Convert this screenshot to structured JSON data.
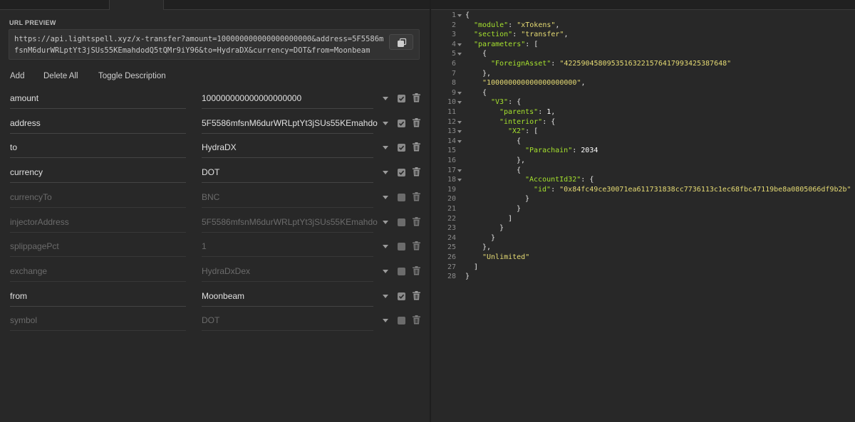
{
  "url_preview": {
    "label": "URL PREVIEW",
    "url": "https://api.lightspell.xyz/x-transfer?amount=100000000000000000000&address=5F5586mfsnM6durWRLptYt3jSUs55KEmahdodQ5tQMr9iY96&to=HydraDX&currency=DOT&from=Moonbeam"
  },
  "actions": {
    "add": "Add",
    "delete_all": "Delete All",
    "toggle_description": "Toggle Description"
  },
  "params": [
    {
      "name": "amount",
      "value": "100000000000000000000",
      "enabled": true
    },
    {
      "name": "address",
      "value": "5F5586mfsnM6durWRLptYt3jSUs55KEmahdo",
      "enabled": true
    },
    {
      "name": "to",
      "value": "HydraDX",
      "enabled": true
    },
    {
      "name": "currency",
      "value": "DOT",
      "enabled": true
    },
    {
      "name": "currencyTo",
      "value": "BNC",
      "enabled": false
    },
    {
      "name": "injectorAddress",
      "value": "5F5586mfsnM6durWRLptYt3jSUs55KEmahdo",
      "enabled": false
    },
    {
      "name": "splippagePct",
      "value": "1",
      "enabled": false
    },
    {
      "name": "exchange",
      "value": "HydraDxDex",
      "enabled": false
    },
    {
      "name": "from",
      "value": "Moonbeam",
      "enabled": true
    },
    {
      "name": "symbol",
      "value": "DOT",
      "enabled": false
    }
  ],
  "response": {
    "lines": [
      {
        "n": "1",
        "fold": true,
        "indent": 0,
        "parts": [
          [
            "p",
            "{"
          ]
        ]
      },
      {
        "n": "2",
        "fold": false,
        "indent": 1,
        "parts": [
          [
            "k",
            "\"module\""
          ],
          [
            "p",
            ": "
          ],
          [
            "s",
            "\"xTokens\""
          ],
          [
            "p",
            ","
          ]
        ]
      },
      {
        "n": "3",
        "fold": false,
        "indent": 1,
        "parts": [
          [
            "k",
            "\"section\""
          ],
          [
            "p",
            ": "
          ],
          [
            "s",
            "\"transfer\""
          ],
          [
            "p",
            ","
          ]
        ]
      },
      {
        "n": "4",
        "fold": true,
        "indent": 1,
        "parts": [
          [
            "k",
            "\"parameters\""
          ],
          [
            "p",
            ": ["
          ]
        ]
      },
      {
        "n": "5",
        "fold": true,
        "indent": 2,
        "parts": [
          [
            "p",
            "{"
          ]
        ]
      },
      {
        "n": "6",
        "fold": false,
        "indent": 3,
        "parts": [
          [
            "k",
            "\"ForeignAsset\""
          ],
          [
            "p",
            ": "
          ],
          [
            "s",
            "\"42259045809535163221576417993425387648\""
          ]
        ]
      },
      {
        "n": "7",
        "fold": false,
        "indent": 2,
        "parts": [
          [
            "p",
            "},"
          ]
        ]
      },
      {
        "n": "8",
        "fold": false,
        "indent": 2,
        "parts": [
          [
            "s",
            "\"100000000000000000000\""
          ],
          [
            "p",
            ","
          ]
        ]
      },
      {
        "n": "9",
        "fold": true,
        "indent": 2,
        "parts": [
          [
            "p",
            "{"
          ]
        ]
      },
      {
        "n": "10",
        "fold": true,
        "indent": 3,
        "parts": [
          [
            "k",
            "\"V3\""
          ],
          [
            "p",
            ": {"
          ]
        ]
      },
      {
        "n": "11",
        "fold": false,
        "indent": 4,
        "parts": [
          [
            "k",
            "\"parents\""
          ],
          [
            "p",
            ": "
          ],
          [
            "n",
            "1"
          ],
          [
            "p",
            ","
          ]
        ]
      },
      {
        "n": "12",
        "fold": true,
        "indent": 4,
        "parts": [
          [
            "k",
            "\"interior\""
          ],
          [
            "p",
            ": {"
          ]
        ]
      },
      {
        "n": "13",
        "fold": true,
        "indent": 5,
        "parts": [
          [
            "k",
            "\"X2\""
          ],
          [
            "p",
            ": ["
          ]
        ]
      },
      {
        "n": "14",
        "fold": true,
        "indent": 6,
        "parts": [
          [
            "p",
            "{"
          ]
        ]
      },
      {
        "n": "15",
        "fold": false,
        "indent": 7,
        "parts": [
          [
            "k",
            "\"Parachain\""
          ],
          [
            "p",
            ": "
          ],
          [
            "n",
            "2034"
          ]
        ]
      },
      {
        "n": "16",
        "fold": false,
        "indent": 6,
        "parts": [
          [
            "p",
            "},"
          ]
        ]
      },
      {
        "n": "17",
        "fold": true,
        "indent": 6,
        "parts": [
          [
            "p",
            "{"
          ]
        ]
      },
      {
        "n": "18",
        "fold": true,
        "indent": 7,
        "parts": [
          [
            "k",
            "\"AccountId32\""
          ],
          [
            "p",
            ": {"
          ]
        ]
      },
      {
        "n": "19",
        "fold": false,
        "indent": 8,
        "parts": [
          [
            "k",
            "\"id\""
          ],
          [
            "p",
            ": "
          ],
          [
            "s",
            "\"0x84fc49ce30071ea611731838cc7736113c1ec68fbc47119be8a0805066df9b2b\""
          ]
        ]
      },
      {
        "n": "20",
        "fold": false,
        "indent": 7,
        "parts": [
          [
            "p",
            "}"
          ]
        ]
      },
      {
        "n": "21",
        "fold": false,
        "indent": 6,
        "parts": [
          [
            "p",
            "}"
          ]
        ]
      },
      {
        "n": "22",
        "fold": false,
        "indent": 5,
        "parts": [
          [
            "p",
            "]"
          ]
        ]
      },
      {
        "n": "23",
        "fold": false,
        "indent": 4,
        "parts": [
          [
            "p",
            "}"
          ]
        ]
      },
      {
        "n": "24",
        "fold": false,
        "indent": 3,
        "parts": [
          [
            "p",
            "}"
          ]
        ]
      },
      {
        "n": "25",
        "fold": false,
        "indent": 2,
        "parts": [
          [
            "p",
            "},"
          ]
        ]
      },
      {
        "n": "26",
        "fold": false,
        "indent": 2,
        "parts": [
          [
            "s",
            "\"Unlimited\""
          ]
        ]
      },
      {
        "n": "27",
        "fold": false,
        "indent": 1,
        "parts": [
          [
            "p",
            "]"
          ]
        ]
      },
      {
        "n": "28",
        "fold": false,
        "indent": 0,
        "parts": [
          [
            "p",
            "}"
          ]
        ]
      }
    ]
  },
  "icons": {
    "copy": "copy-icon",
    "trash": "trash-icon",
    "check": "check-icon",
    "caret": "chevron-down-icon"
  },
  "colors": {
    "background": "#282828",
    "json_key": "#a6e22e",
    "json_string": "#e6db74"
  }
}
